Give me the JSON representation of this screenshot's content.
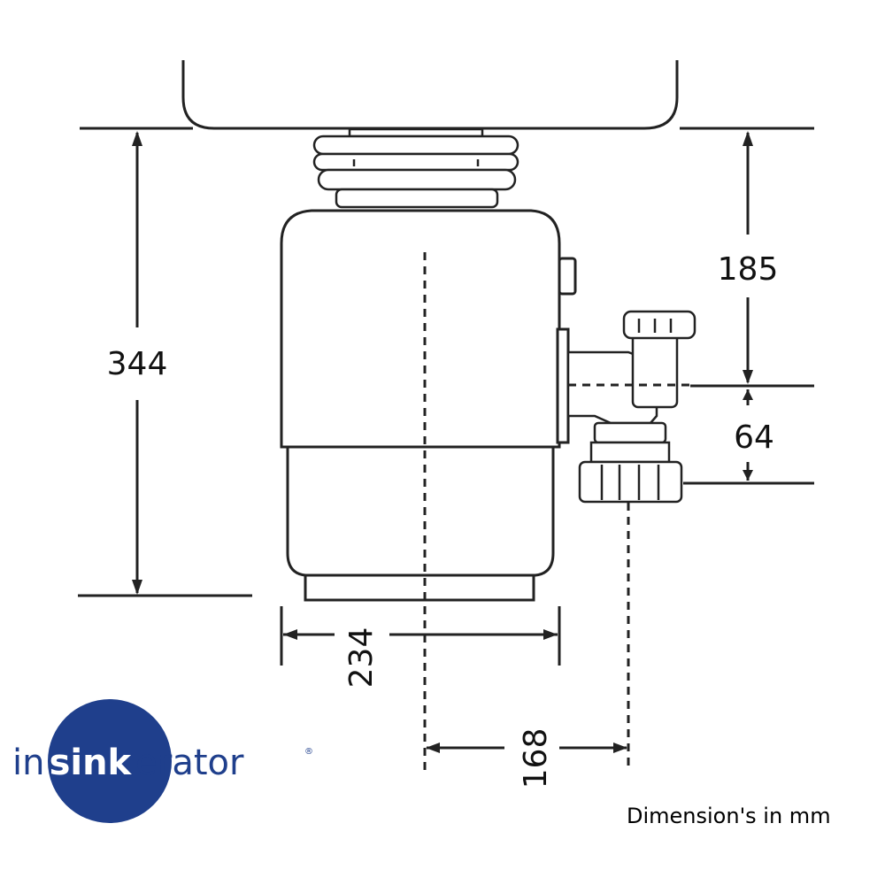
{
  "dimensions": {
    "overall_height": "344",
    "body_width": "234",
    "outlet_offset": "168",
    "sink_to_outlet": "185",
    "outlet_drop": "64"
  },
  "logo": {
    "prefix": "in",
    "highlight": "sink",
    "suffix": "erator",
    "mark": "®",
    "color": "#1f3f8c"
  },
  "note": "Dimension's in mm"
}
